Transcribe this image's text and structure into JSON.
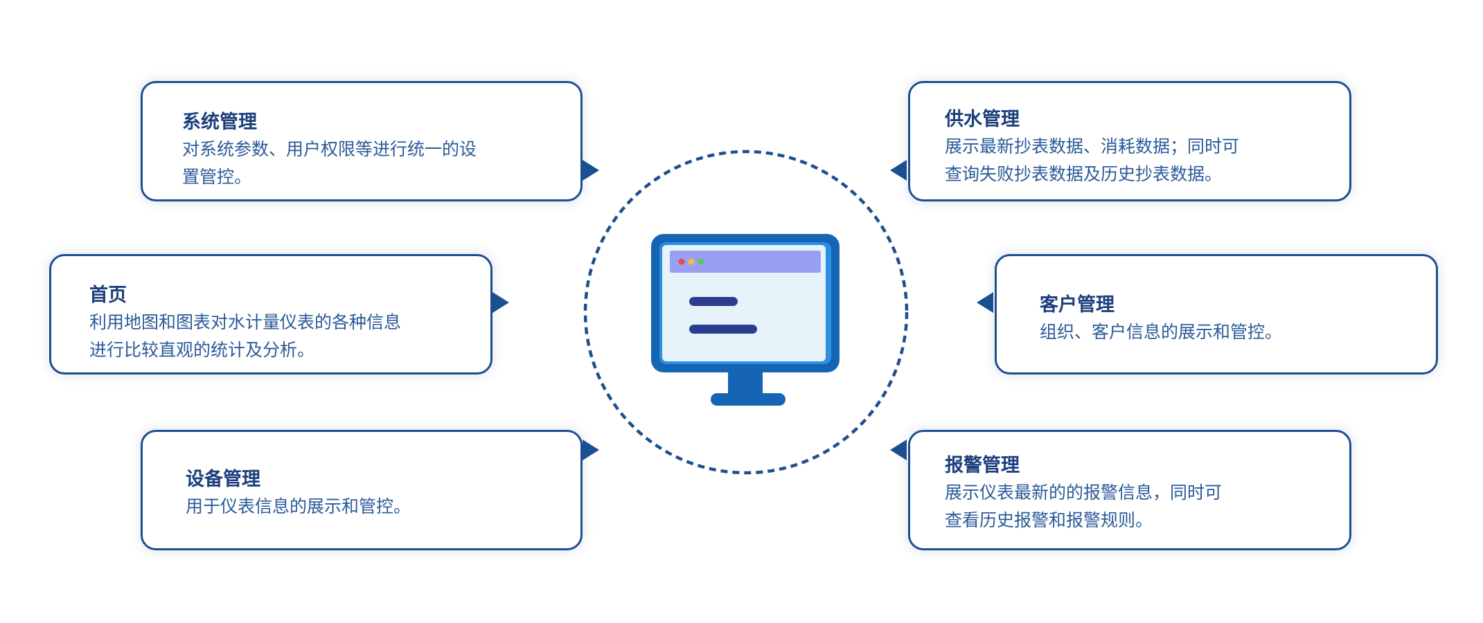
{
  "modules": [
    {
      "title": "系统管理",
      "lines": [
        "对系统参数、用户权限等进行统一的设",
        "置管控。"
      ]
    },
    {
      "title": "首页",
      "lines": [
        "利用地图和图表对水计量仪表的各种信息",
        "进行比较直观的统计及分析。"
      ]
    },
    {
      "title": "设备管理",
      "lines": [
        "用于仪表信息的展示和管控。"
      ]
    },
    {
      "title": "供水管理",
      "lines": [
        "展示最新抄表数据、消耗数据；同时可",
        "查询失败抄表数据及历史抄表数据。"
      ]
    },
    {
      "title": "客户管理",
      "lines": [
        "组织、客户信息的展示和管控。"
      ]
    },
    {
      "title": "报警管理",
      "lines": [
        "展示仪表最新的的报警信息，同时可",
        "查看历史报警和报警规则。"
      ]
    }
  ],
  "colors": {
    "border": "#1c4f91",
    "title": "#1b3f7c",
    "text": "#2a5a98",
    "dashed_circle": "#1f4f8f",
    "monitor_outer": "#1565b4",
    "monitor_screen": "#e6f3fb",
    "window_bar": "#9a9ff2",
    "text_bars": "#2b3d91",
    "dot_red": "#e84a4a",
    "dot_yellow": "#f0c430",
    "dot_green": "#5ac85a"
  }
}
